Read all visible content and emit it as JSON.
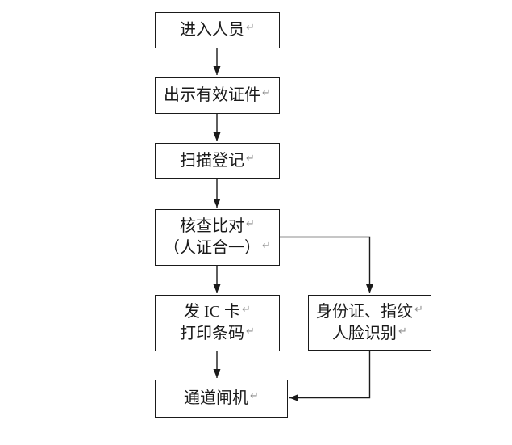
{
  "symbols": {
    "return_mark": "↵"
  },
  "colors": {
    "line": "#1a1a1a",
    "background": "#ffffff",
    "return_mark": "#8f8f8f"
  },
  "nodes": [
    {
      "id": "enter-personnel",
      "lines": [
        "进入人员"
      ]
    },
    {
      "id": "show-valid-id",
      "lines": [
        "出示有效证件"
      ]
    },
    {
      "id": "scan-register",
      "lines": [
        "扫描登记"
      ]
    },
    {
      "id": "verify-compare",
      "lines": [
        "核查比对",
        "（人证合一）"
      ]
    },
    {
      "id": "issue-ic-card",
      "lines": [
        "发 IC 卡",
        "打印条码"
      ]
    },
    {
      "id": "id-fingerprint-face",
      "lines": [
        "身份证、指纹",
        "人脸识别"
      ]
    },
    {
      "id": "channel-gate",
      "lines": [
        "通道闸机"
      ]
    }
  ],
  "edges": [
    {
      "from": "enter-personnel",
      "to": "show-valid-id"
    },
    {
      "from": "show-valid-id",
      "to": "scan-register"
    },
    {
      "from": "scan-register",
      "to": "verify-compare"
    },
    {
      "from": "verify-compare",
      "to": "issue-ic-card"
    },
    {
      "from": "verify-compare",
      "to": "id-fingerprint-face"
    },
    {
      "from": "issue-ic-card",
      "to": "channel-gate"
    },
    {
      "from": "id-fingerprint-face",
      "to": "channel-gate"
    }
  ]
}
